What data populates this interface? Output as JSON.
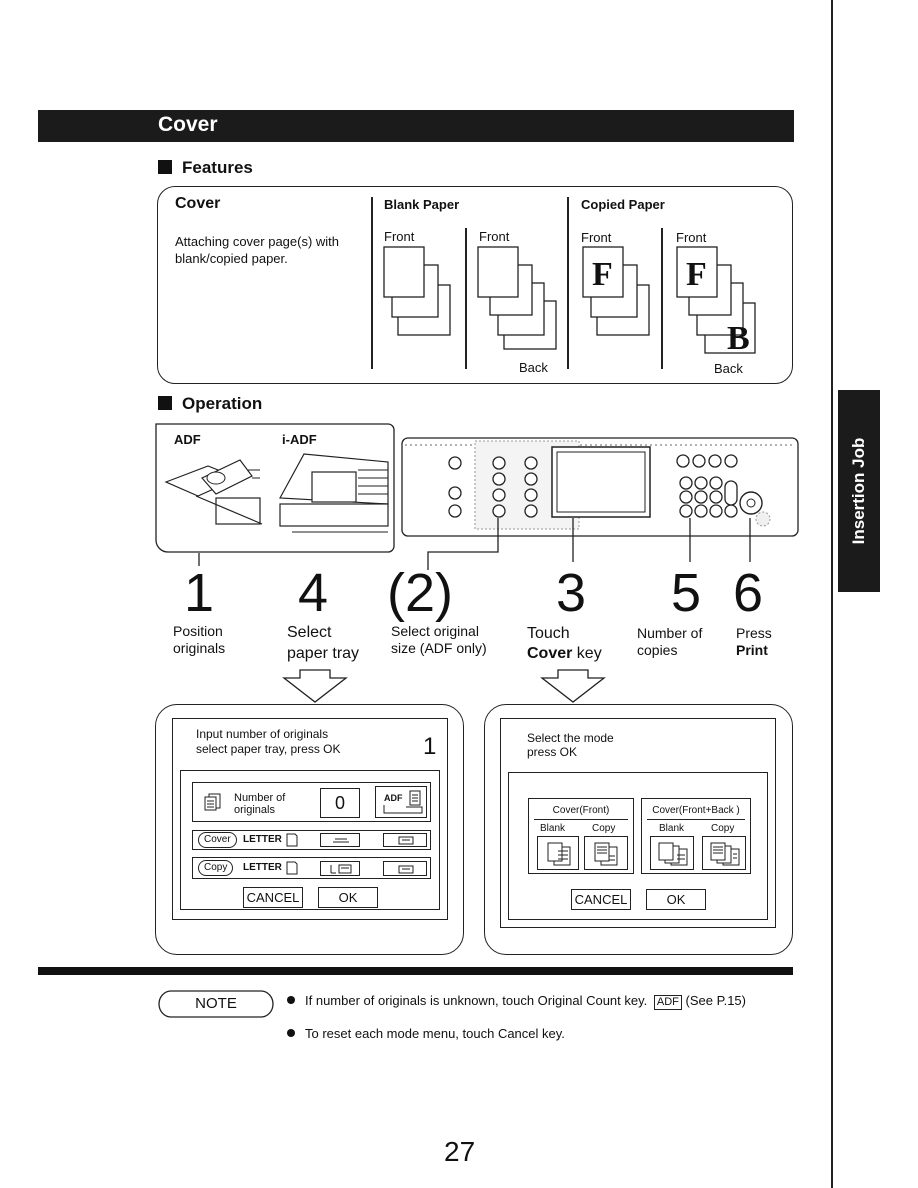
{
  "header": {
    "title": "Cover"
  },
  "side_tab": {
    "label": "Insertion Job"
  },
  "features": {
    "heading": "Features",
    "cover_title": "Cover",
    "cover_desc_line1": "Attaching cover page(s) with",
    "cover_desc_line2": "blank/copied paper.",
    "blank_paper_title": "Blank Paper",
    "copied_paper_title": "Copied Paper",
    "front_label": "Front",
    "back_label": "Back",
    "glyph_front": "F",
    "glyph_back": "B"
  },
  "operation": {
    "heading": "Operation",
    "adf_label": "ADF",
    "iadf_label": "i-ADF",
    "steps": [
      {
        "num": "1",
        "line1": "Position",
        "line2": "originals"
      },
      {
        "num": "4",
        "line1": "Select",
        "line2": "paper tray"
      },
      {
        "num": "(2)",
        "line1": "Select original",
        "line2": "size (ADF only)"
      },
      {
        "num": "3",
        "line1": "Touch",
        "line2_bold": "Cover",
        "line2_rest": " key"
      },
      {
        "num": "5",
        "line1": "Number of",
        "line2": "copies"
      },
      {
        "num": "6",
        "line1": "Press",
        "line2": "Print"
      }
    ]
  },
  "screen_left": {
    "prompt_line1": "Input number of originals",
    "prompt_line2": "select paper tray, press OK",
    "page_num": "1",
    "num_originals_line1": "Number of",
    "num_originals_line2": "originals",
    "count_value": "0",
    "adf_badge": "ADF",
    "cover_chip": "Cover",
    "copy_chip": "Copy",
    "letter_label": "LETTER",
    "cancel": "CANCEL",
    "ok": "OK"
  },
  "screen_right": {
    "prompt_line1": "Select the mode",
    "prompt_line2": "press OK",
    "mode_front": "Cover(Front)",
    "mode_front_back": "Cover(Front+Back )",
    "blank": "Blank",
    "copy": "Copy",
    "cancel": "CANCEL",
    "ok": "OK"
  },
  "note": {
    "label": "NOTE",
    "item1_text": "If number of originals is unknown, touch Original Count key.",
    "item1_badge": "ADF",
    "item1_ref": "(See P.15)",
    "item2_text": "To reset each mode menu, touch Cancel key."
  },
  "footer": {
    "page_number": "27"
  }
}
